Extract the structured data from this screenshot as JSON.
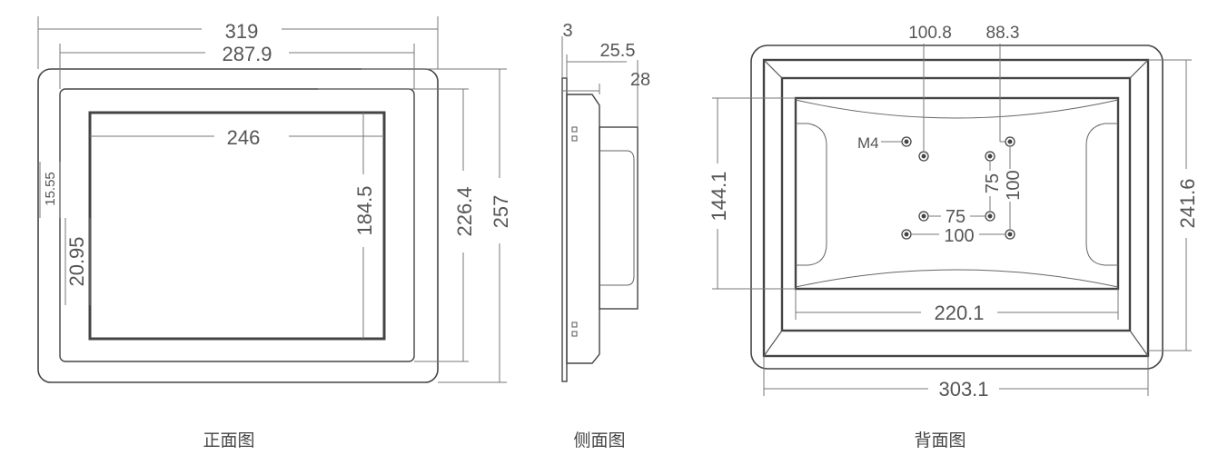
{
  "front": {
    "caption": "正面图",
    "width_outer": "319",
    "width_bezel": "287.9",
    "width_screen": "246",
    "height_screen": "184.5",
    "height_bezel": "226.4",
    "height_outer": "257",
    "bezel_side": "15.55",
    "screen_offset": "20.95"
  },
  "side": {
    "caption": "侧面图",
    "flange": "3",
    "depth_body": "25.5",
    "depth_total": "28"
  },
  "back": {
    "caption": "背面图",
    "hole_x1": "100.8",
    "hole_x2": "88.3",
    "screw": "M4",
    "vesa_75_v": "75",
    "vesa_100_v": "100",
    "vesa_75_h": "75",
    "vesa_100_h": "100",
    "height_inner": "144.1",
    "height_outer": "241.6",
    "width_inner": "220.1",
    "width_outer": "303.1"
  }
}
